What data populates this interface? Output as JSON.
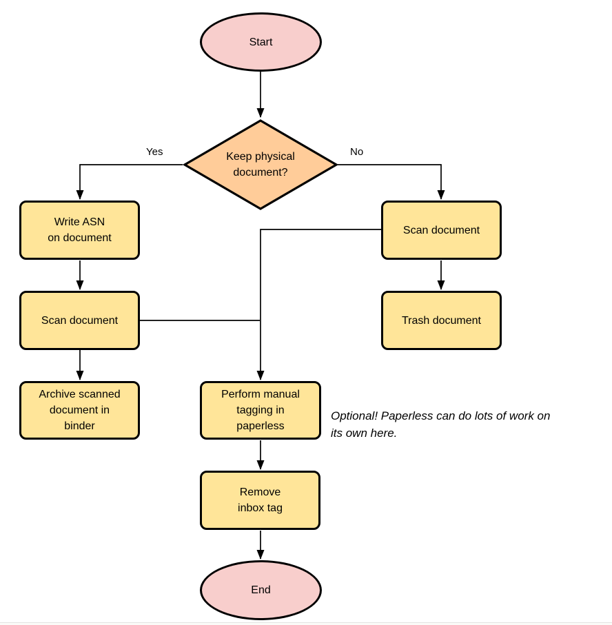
{
  "colors": {
    "terminator_fill": "#F8CECC",
    "decision_fill": "#FFCC99",
    "process_fill": "#FFE599",
    "stroke": "#000000",
    "background": "#FFFFFF"
  },
  "nodes": {
    "start": {
      "label": "Start"
    },
    "decision": {
      "label": "Keep physical\ndocument?"
    },
    "write_asn": {
      "label": "Write ASN\non document"
    },
    "scan_left": {
      "label": "Scan document"
    },
    "archive": {
      "label": "Archive scanned\ndocument in\nbinder"
    },
    "scan_right": {
      "label": "Scan document"
    },
    "trash": {
      "label": "Trash document"
    },
    "tagging": {
      "label": "Perform manual\ntagging in\npaperless"
    },
    "remove_inbox": {
      "label": "Remove\ninbox tag"
    },
    "end": {
      "label": "End"
    }
  },
  "edge_labels": {
    "yes": "Yes",
    "no": "No"
  },
  "note": "Optional! Paperless can do lots of work on\nits own here."
}
